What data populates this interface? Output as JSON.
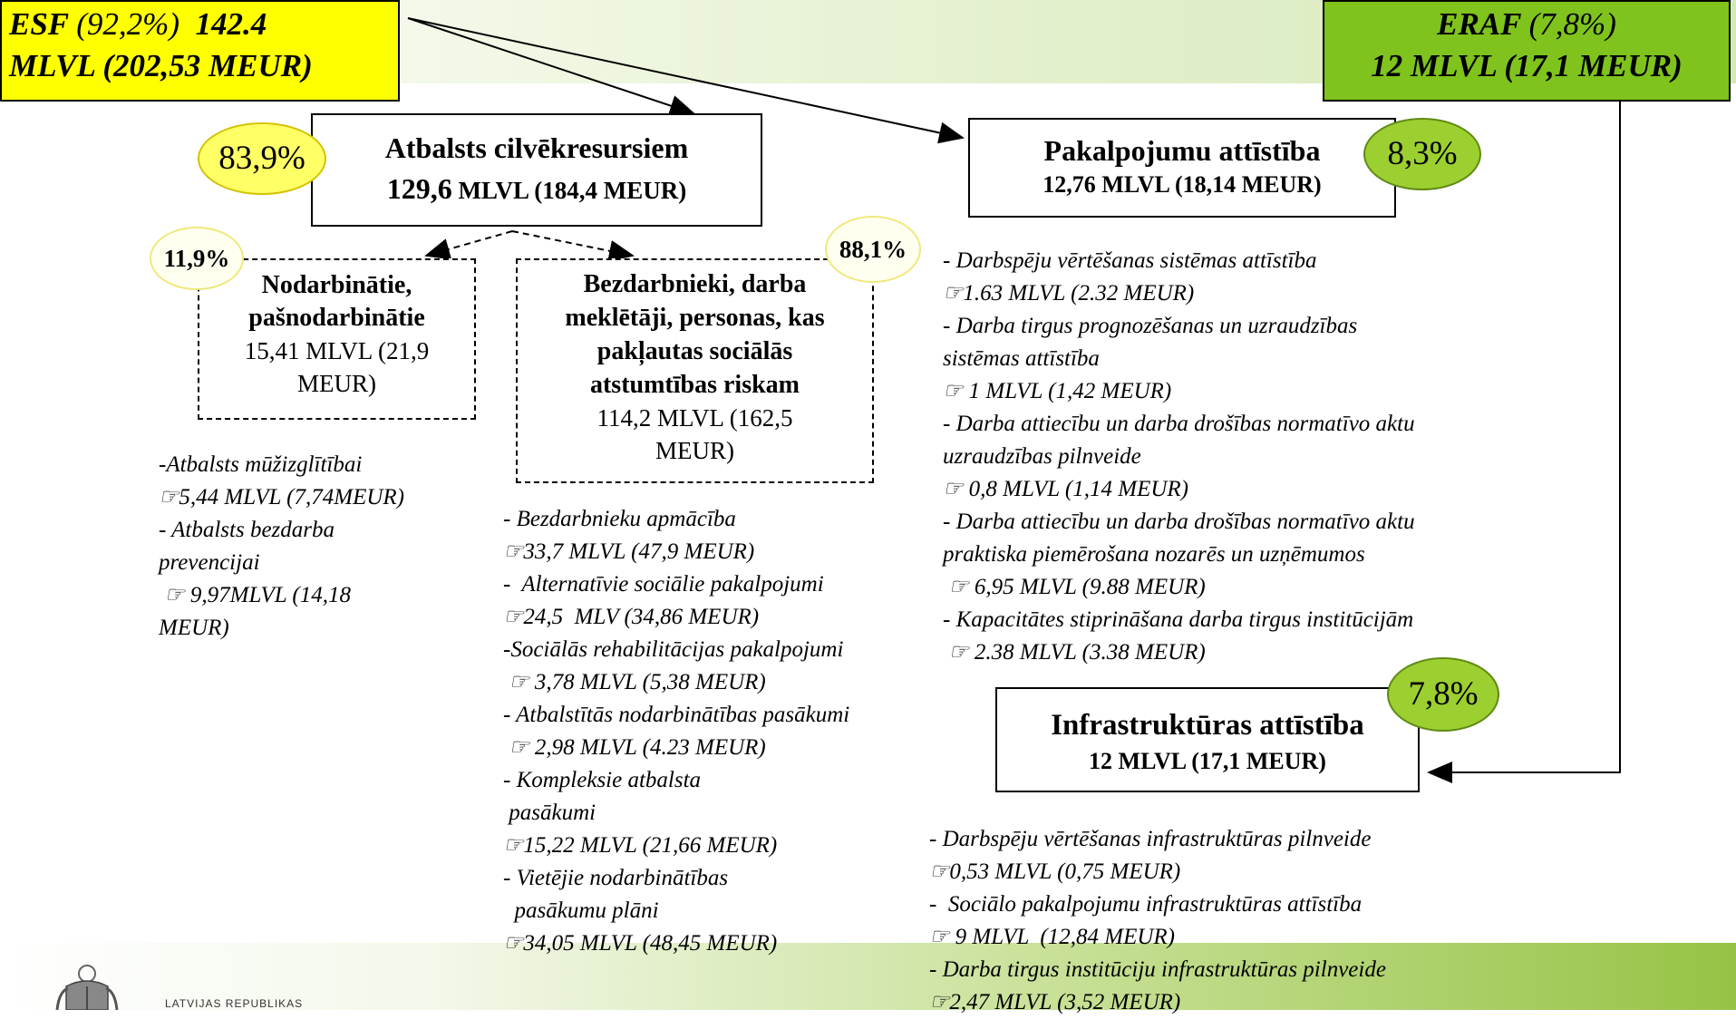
{
  "funds": {
    "esf": {
      "name": "ESF",
      "pct": "(92,2%)",
      "amount": "142.4",
      "line2": "MLVL (202,53 MEUR)"
    },
    "erf": {
      "name": "ERAF",
      "pct": "(7,8%)",
      "line2": "12 MLVL (17,1 MEUR)"
    }
  },
  "nodes": {
    "hr": {
      "title": "Atbalsts cilvēkresursiem",
      "amount_bold": "129,6",
      "amount_rest": " MLVL (184,4 MEUR)",
      "pct": "83,9%"
    },
    "employed": {
      "title": "Nodarbinātie, pašnodarbinātie",
      "amount": "15,41 MLVL (21,9 MEUR)",
      "pct": "11,9%"
    },
    "unemployed": {
      "title": "Bezdarbnieki, darba meklētāji, personas, kas pakļautas sociālās atstumtības riskam",
      "amount": "114,2 MLVL (162,5 MEUR)",
      "pct": "88,1%"
    },
    "services": {
      "title": "Pakalpojumu attīstība",
      "amount": "12,76 MLVL (18,14 MEUR)",
      "pct": "8,3%"
    },
    "infra": {
      "title": "Infrastruktūras attīstība",
      "amount": "12 MLVL (17,1 MEUR)",
      "pct": "7,8%"
    }
  },
  "lists": {
    "employed": "-Atbalsts mūžizglītībai\n☞5,44 MLVL (7,74MEUR)\n- Atbalsts bezdarba\nprevencijai\n ☞ 9,97MLVL (14,18\nMEUR)",
    "unemployed": "- Bezdarbnieku apmācība\n☞33,7 MLVL (47,9 MEUR)\n-  Alternatīvie sociālie pakalpojumi\n☞24,5  MLV (34,86 MEUR)\n-Sociālās rehabilitācijas pakalpojumi\n ☞ 3,78 MLVL (5,38 MEUR)\n- Atbalstītās nodarbinātības pasākumi\n ☞ 2,98 MLVL (4.23 MEUR)\n- Kompleksie atbalsta\n pasākumi\n☞15,22 MLVL (21,66 MEUR)\n- Vietējie nodarbinātības\n  pasākumu plāni\n☞34,05 MLVL (48,45 MEUR)",
    "services": "- Darbspēju vērtēšanas sistēmas attīstība\n☞1.63 MLVL (2.32 MEUR)\n- Darba tirgus prognozēšanas un uzraudzības\nsistēmas attīstība\n☞ 1 MLVL (1,42 MEUR)\n- Darba attiecību un darba drošības normatīvo aktu\nuzraudzības pilnveide\n☞ 0,8 MLVL (1,14 MEUR)\n- Darba attiecību un darba drošības normatīvo aktu\npraktiska piemērošana nozarēs un uzņēmumos\n ☞ 6,95 MLVL (9.88 MEUR)\n- Kapacitātes stiprināšana darba tirgus institūcijām\n ☞ 2.38 MLVL (3.38 MEUR)",
    "infra": "- Darbspēju vērtēšanas infrastruktūras pilnveide\n☞0,53 MLVL (0,75 MEUR)\n-  Sociālo pakalpojumu infrastruktūras attīstība\n☞ 9 MLVL  (12,84 MEUR)\n- Darba tirgus institūciju infrastruktūras pilnveide\n☞2,47 MLVL (3,52 MEUR)"
  },
  "logo": {
    "text": "LATVIJAS REPUBLIKAS",
    "icon": "coat-of-arms-icon"
  },
  "colors": {
    "esf": "#ffff00",
    "erf": "#7fc31c",
    "oval": "#ffff66",
    "oval_green": "#9ccf30"
  }
}
